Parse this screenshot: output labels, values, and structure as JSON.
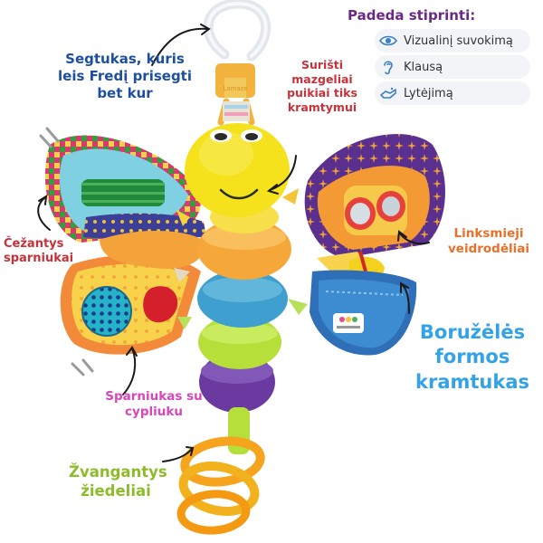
{
  "benefits": {
    "title": "Padeda stiprinti:",
    "items": [
      {
        "label": "Vizualinį suvokimą",
        "icon": "eye-icon"
      },
      {
        "label": "Klausą",
        "icon": "ear-icon"
      },
      {
        "label": "Lytėjimą",
        "icon": "hand-icon"
      }
    ]
  },
  "annotations": {
    "clip": {
      "lines": [
        "Segtukas, kuris",
        "leis Fredį prisegti",
        "bet kur"
      ]
    },
    "knots": {
      "lines": [
        "Surišti",
        "mazgeliai",
        "puikiai tiks",
        "kramtymui"
      ]
    },
    "crinkle": {
      "lines": [
        "Čežantys",
        "sparniukai"
      ]
    },
    "mirrors": {
      "lines": [
        "Linksmieji",
        "veidrodėliai"
      ]
    },
    "squeaker": {
      "lines": [
        "Sparniukas su",
        "cypliuku"
      ]
    },
    "teether": {
      "lines": [
        "Boružėlės",
        "formos",
        "kramtukas"
      ]
    },
    "rings": {
      "lines": [
        "Žvangantys",
        "žiedeliai"
      ]
    }
  },
  "toy": {
    "tag_text": "Lamaze"
  },
  "colors": {
    "dark_blue": "#1d4f9e",
    "red": "#c8323a",
    "orange": "#e8702a",
    "pink": "#d846b8",
    "green": "#8cbc2a",
    "light_blue": "#33a2e6",
    "purple": "#6a2a84"
  }
}
